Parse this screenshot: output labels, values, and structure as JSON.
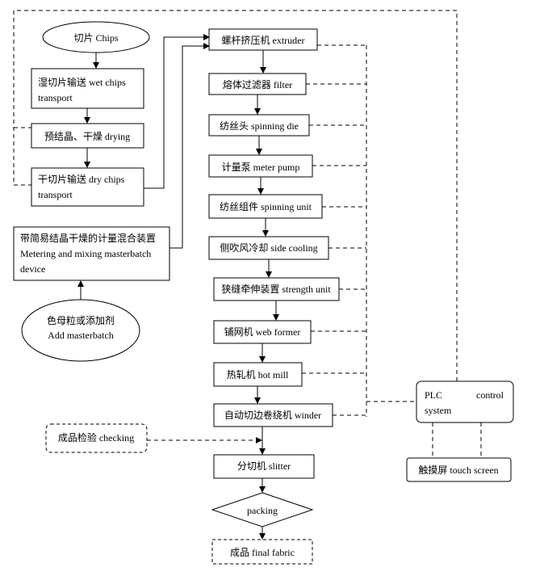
{
  "nodes": {
    "chips": "切片 Chips",
    "wet_transport_1": "湿切片输送 wet chips",
    "wet_transport_2": "transport",
    "drying": "预结晶、干燥 drying",
    "dry_transport_1": "干切片输送 dry chips",
    "dry_transport_2": "transport",
    "metering_1": "带简易结晶干燥的计量混合装置",
    "metering_2": "Metering and mixing masterbatch",
    "metering_3": "device",
    "masterbatch_1": "色母粒或添加剂",
    "masterbatch_2": "Add masterbatch",
    "extruder": "螺杆挤压机 extruder",
    "filter": "熔体过滤器 filter",
    "spinning_die": "纺丝头 spinning die",
    "meter_pump": "计量泵 meter pump",
    "spinning_unit": "纺丝组件 spinning unit",
    "side_cooling": "侧吹风冷却 side cooling",
    "strength_unit": "狭缝牵伸装置 strength unit",
    "web_former": "铺网机  web former",
    "hot_mill": "热轧机  hot mill",
    "winder": "自动切边卷绕机 winder",
    "checking": "成品检验 checking",
    "slitter": "分切机  slitter",
    "packing": "packing",
    "final_fabric": "成品 final fabric",
    "plc_1": "PLC",
    "plc_2": "control",
    "plc_3": "system",
    "touch_screen": "触摸屏 touch screen"
  }
}
